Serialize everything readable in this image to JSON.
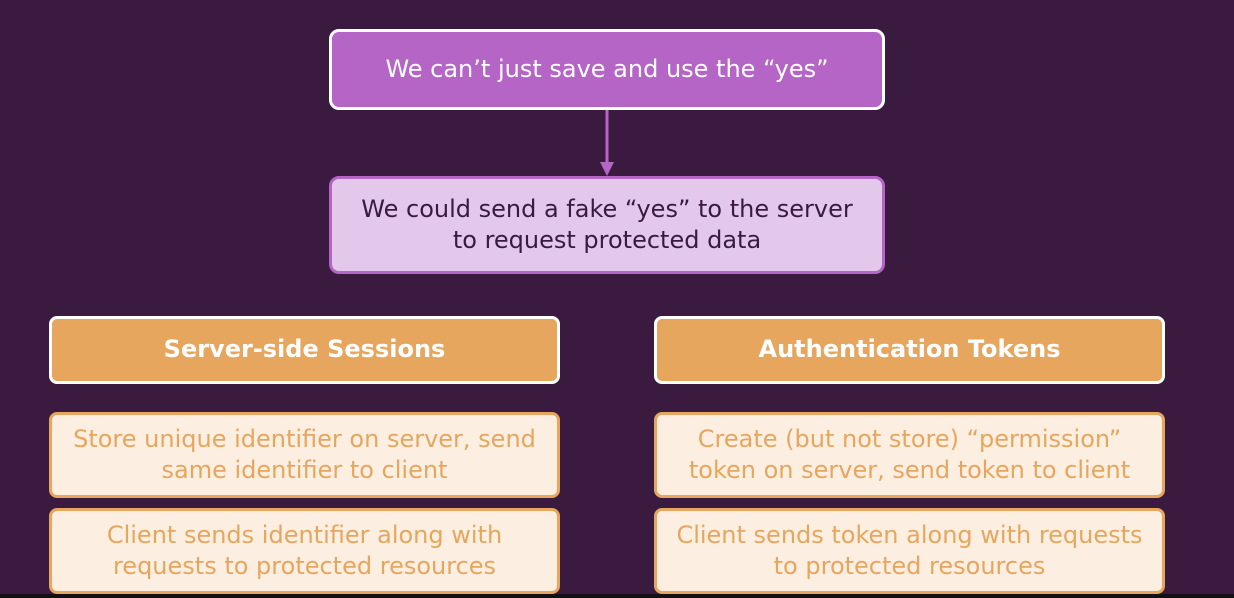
{
  "top": {
    "text": "We can’t just save and use the “yes”"
  },
  "middle": {
    "text": "We could send a fake “yes” to the server to request protected data"
  },
  "left": {
    "header": "Server-side Sessions",
    "items": [
      "Store unique identifier on server, send same identifier to client",
      "Client sends identifier along with requests to protected resources"
    ]
  },
  "right": {
    "header": "Authentication Tokens",
    "items": [
      "Create (but not store) “permission” token on server, send token to client",
      "Client sends token along with requests to protected resources"
    ]
  },
  "colors": {
    "background": "#3a1a3e",
    "purple": "#b565c6",
    "light_purple": "#e4c8eb",
    "orange": "#e6a65d",
    "light_orange": "#fcefe2"
  }
}
